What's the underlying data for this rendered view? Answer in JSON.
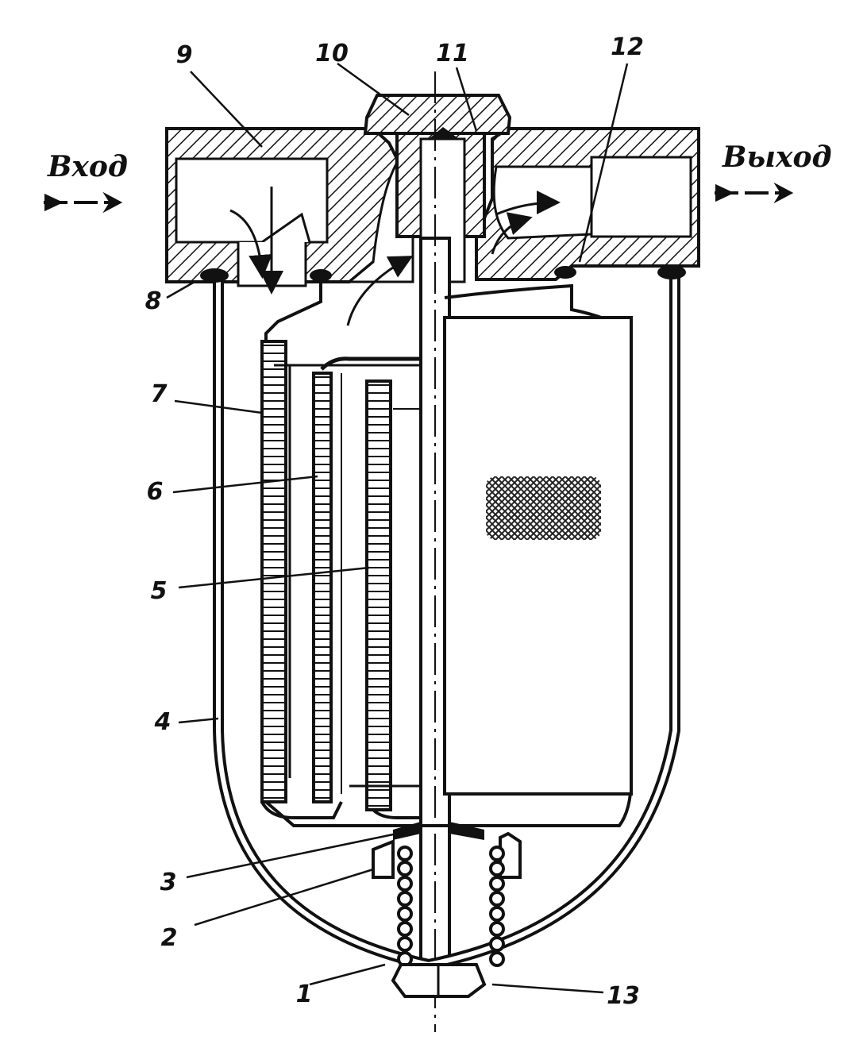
{
  "diagram": {
    "inlet_label": "Вход",
    "outlet_label": "Выход",
    "part_numbers": [
      "1",
      "2",
      "3",
      "4",
      "5",
      "6",
      "7",
      "8",
      "9",
      "10",
      "11",
      "12",
      "13"
    ],
    "colors": {
      "ink": "#111111",
      "paper": "#ffffff"
    }
  }
}
